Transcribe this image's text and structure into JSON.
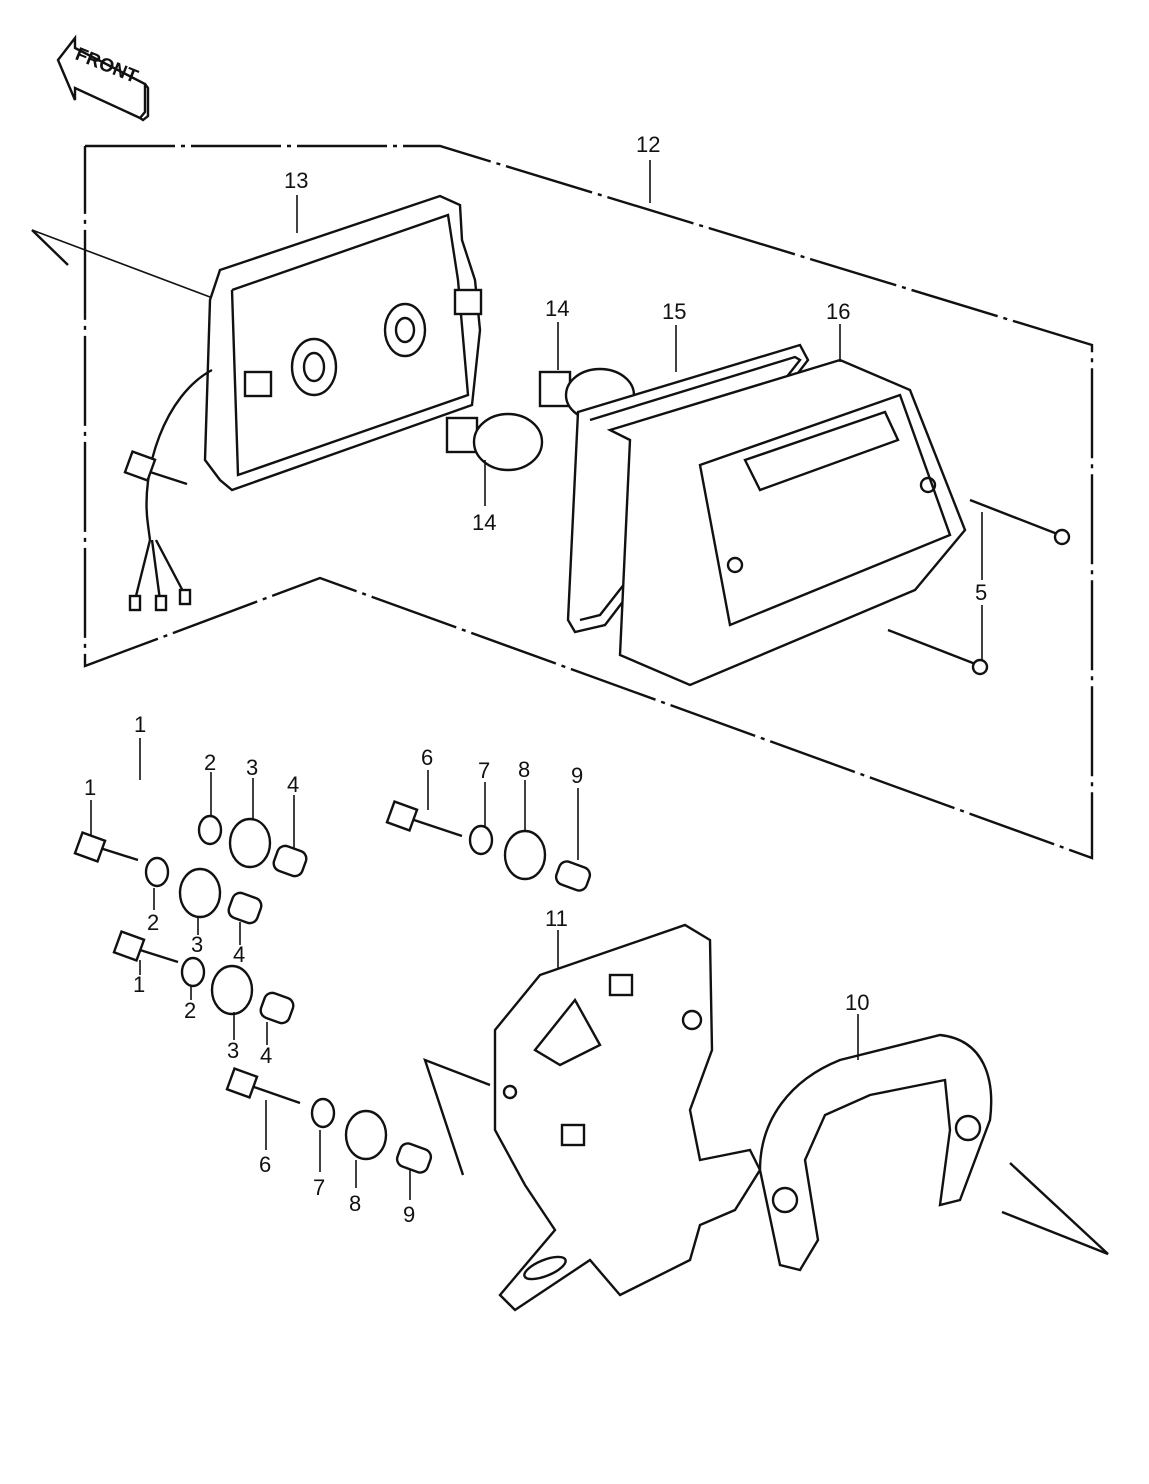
{
  "direction_badge": {
    "label": "FRONT"
  },
  "callouts": [
    {
      "id": "c12",
      "number": "12"
    },
    {
      "id": "c13",
      "number": "13"
    },
    {
      "id": "c14a",
      "number": "14"
    },
    {
      "id": "c15",
      "number": "15"
    },
    {
      "id": "c16",
      "number": "16"
    },
    {
      "id": "c14b",
      "number": "14"
    },
    {
      "id": "c5",
      "number": "5"
    },
    {
      "id": "c1a",
      "number": "1"
    },
    {
      "id": "c2a",
      "number": "2"
    },
    {
      "id": "c3a",
      "number": "3"
    },
    {
      "id": "c4a",
      "number": "4"
    },
    {
      "id": "c1b",
      "number": "1"
    },
    {
      "id": "c2b",
      "number": "2"
    },
    {
      "id": "c3b",
      "number": "3"
    },
    {
      "id": "c4b",
      "number": "4"
    },
    {
      "id": "c1c",
      "number": "1"
    },
    {
      "id": "c2c",
      "number": "2"
    },
    {
      "id": "c3c",
      "number": "3"
    },
    {
      "id": "c4c",
      "number": "4"
    },
    {
      "id": "c6a",
      "number": "6"
    },
    {
      "id": "c7a",
      "number": "7"
    },
    {
      "id": "c8a",
      "number": "8"
    },
    {
      "id": "c9a",
      "number": "9"
    },
    {
      "id": "c11",
      "number": "11"
    },
    {
      "id": "c10",
      "number": "10"
    },
    {
      "id": "c6b",
      "number": "6"
    },
    {
      "id": "c7b",
      "number": "7"
    },
    {
      "id": "c8b",
      "number": "8"
    },
    {
      "id": "c9b",
      "number": "9"
    }
  ]
}
